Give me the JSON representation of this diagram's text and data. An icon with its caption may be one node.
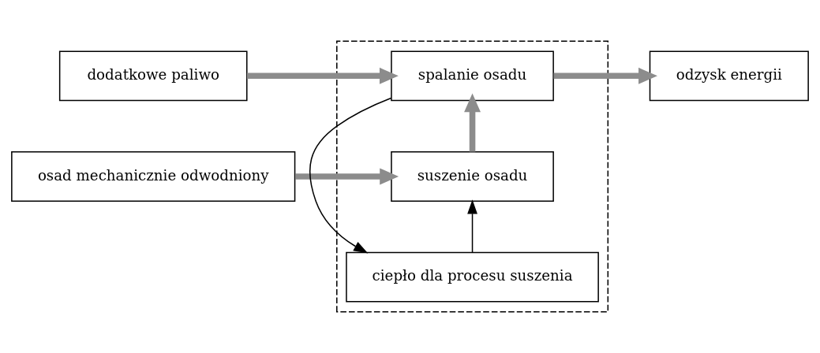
{
  "diagram": {
    "nodes": [
      {
        "text": [
          "dodatkowe paliwo"
        ]
      },
      {
        "text": [
          "osad mechanicznie odwodniony"
        ]
      },
      {
        "text": [],
        "shape": "box"
      },
      {
        "text": [
          "suszenie osadu"
        ],
        "in": 2
      },
      {
        "text": [
          "spalanie osadu"
        ],
        "in": 2
      },
      {
        "text": [
          "odzysk energii"
        ]
      },
      {
        "text": [
          "ciepło dla procesu suszenia"
        ],
        "in": 2
      }
    ],
    "edges": [
      {
        "from": 1,
        "to": 3,
        "arrow": "to"
      },
      {
        "from": 3,
        "to": 4,
        "arrow": "to"
      },
      {
        "from": 0,
        "to": 4,
        "arrow": "to"
      },
      {
        "from": 4,
        "to": 5,
        "arrow": "to"
      },
      {
        "from": 4,
        "to": 6,
        "arrow": "to",
        "color": "#000000"
      },
      {
        "from": 6,
        "to": 3,
        "arrow": "to",
        "color": "#000000"
      }
    ]
  }
}
